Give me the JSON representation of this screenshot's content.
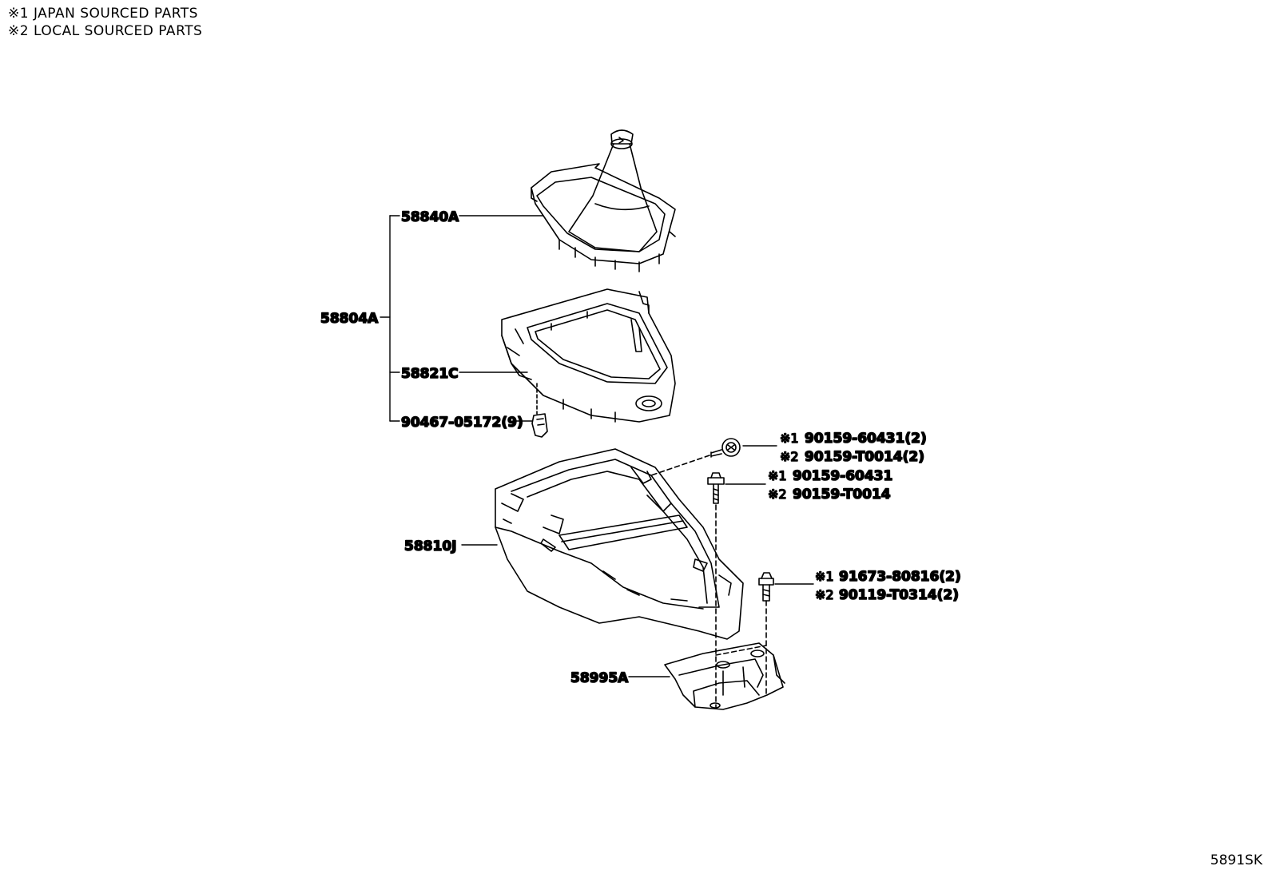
{
  "legend": {
    "item1": "※1 JAPAN SOURCED PARTS",
    "item2": "※2 LOCAL SOURCED PARTS"
  },
  "drawing_code": "5891SK",
  "callouts": {
    "boot": "58840A",
    "assembly": "58804A",
    "panel": "58821C",
    "clip": "90467-05172(9)",
    "box": "58810J",
    "bracket": "58995A",
    "bolt_a_mark1": "※1",
    "bolt_a_part1": "90159-60431(2)",
    "bolt_a_mark2": "※2",
    "bolt_a_part2": "90159-T0014(2)",
    "bolt_b_mark1": "※1",
    "bolt_b_part1": "90159-60431",
    "bolt_b_mark2": "※2",
    "bolt_b_part2": "90159-T0014",
    "bolt_c_mark1": "※1",
    "bolt_c_part1": "91673-80816(2)",
    "bolt_c_mark2": "※2",
    "bolt_c_part2": "90119-T0314(2)"
  }
}
